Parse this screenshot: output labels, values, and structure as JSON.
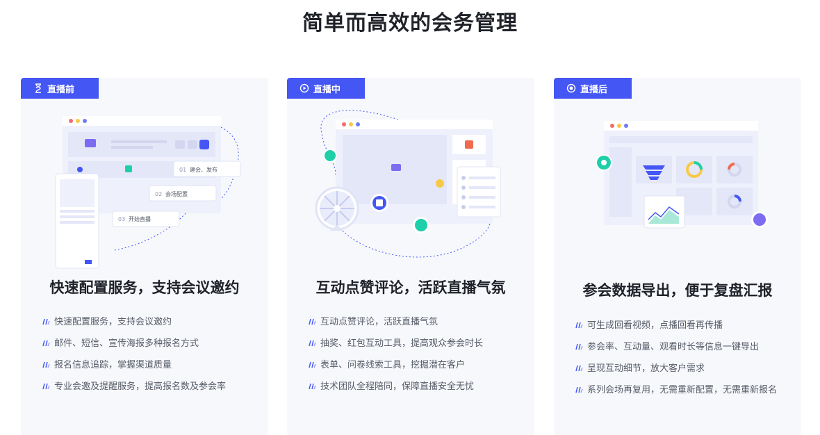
{
  "page": {
    "title": "简单而高效的会务管理"
  },
  "cards": [
    {
      "tag": "直播前",
      "tag_icon": "hourglass-icon",
      "illustration": {
        "steps": [
          "建会、发布",
          "会场配置",
          "开始直播"
        ],
        "step_numbers": [
          "01",
          "02",
          "03"
        ]
      },
      "title": "快速配置服务，支持会议邀约",
      "features": [
        "快速配置服务，支持会议邀约",
        "邮件、短信、宣传海报多种报名方式",
        "报名信息追踪，掌握渠道质量",
        "专业会邀及提醒服务，提高报名数及参会率"
      ]
    },
    {
      "tag": "直播中",
      "tag_icon": "play-circle-icon",
      "title": "互动点赞评论，活跃直播气氛",
      "features": [
        "互动点赞评论，活跃直播气氛",
        "抽奖、红包互动工具，提高观众参会时长",
        "表单、问卷线索工具，挖掘潜在客户",
        "技术团队全程陪同，保障直播安全无忧"
      ]
    },
    {
      "tag": "直播后",
      "tag_icon": "record-icon",
      "title": "参会数据导出，便于复盘汇报",
      "features": [
        "可生成回看视频，点播回看再传播",
        "参会率、互动量、观看时长等信息一键导出",
        "呈现互动细节，放大客户需求",
        "系列会场再复用，无需重新配置，无需重新报名"
      ]
    }
  ],
  "colors": {
    "accent": "#4457f5",
    "teal": "#1fcfa9",
    "bg_card": "#f7f8fc"
  }
}
